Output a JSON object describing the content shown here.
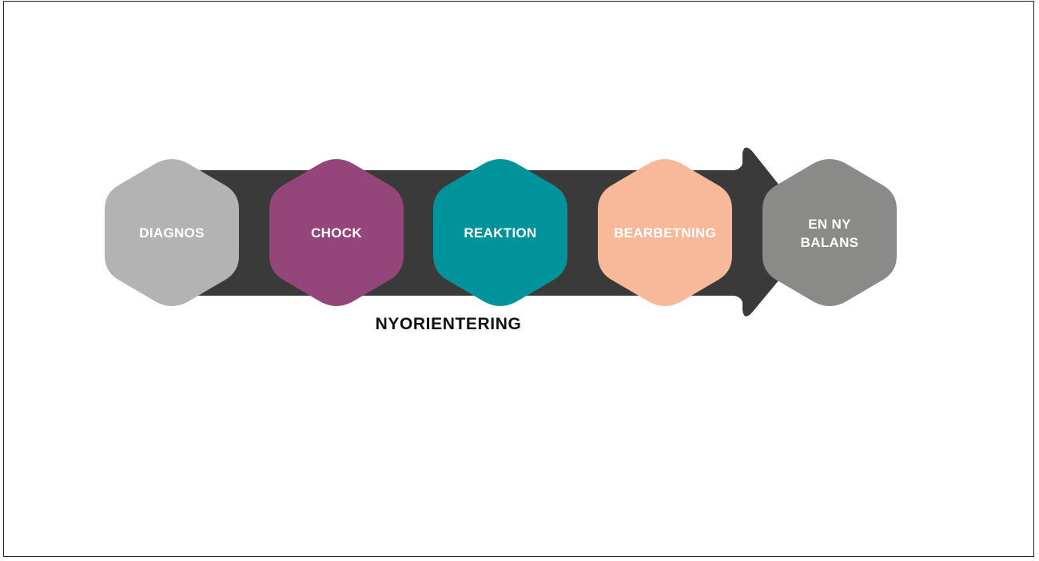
{
  "colors": {
    "arrow": "#3a3a3a",
    "stages": [
      "#b3b3b3",
      "#94467a",
      "#00939c",
      "#f7b99a",
      "#8a8a88"
    ]
  },
  "diagram": {
    "stages": [
      {
        "lines": [
          "DIAGNOS"
        ]
      },
      {
        "lines": [
          "CHOCK"
        ]
      },
      {
        "lines": [
          "REAKTION"
        ]
      },
      {
        "lines": [
          "BEARBETNING"
        ]
      },
      {
        "lines": [
          "EN NY",
          "BALANS"
        ]
      }
    ],
    "arrow_label": "NYORIENTERING"
  }
}
